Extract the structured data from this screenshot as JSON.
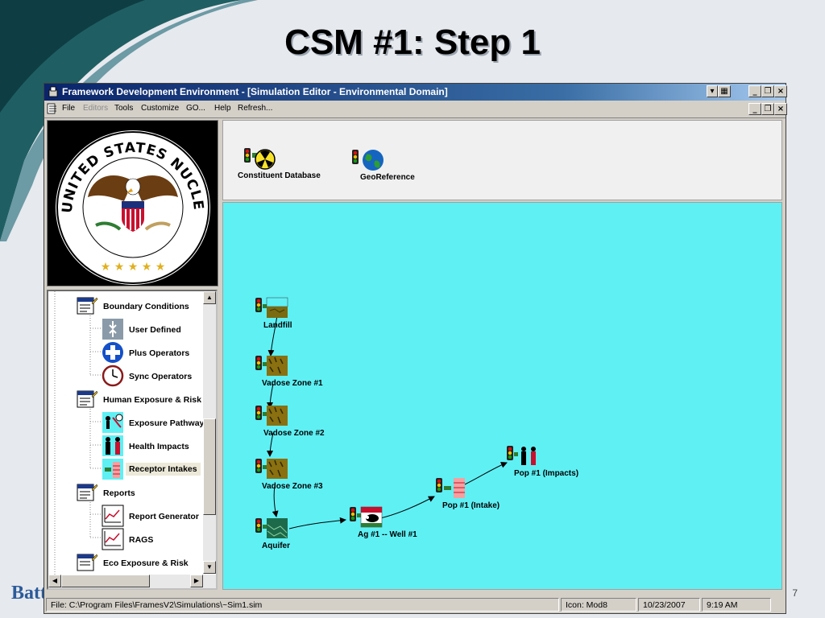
{
  "slide": {
    "title": "CSM #1: Step 1",
    "page_number": "7",
    "brand_text": "Batt"
  },
  "window": {
    "title": "Framework Development Environment - [Simulation Editor - Environmental Domain]"
  },
  "menu": {
    "items": [
      {
        "label": "File",
        "enabled": true
      },
      {
        "label": "Editors",
        "enabled": false
      },
      {
        "label": "Tools",
        "enabled": true
      },
      {
        "label": "Customize",
        "enabled": true
      },
      {
        "label": "GO...",
        "enabled": true
      },
      {
        "label": "Help",
        "enabled": true
      },
      {
        "label": "Refresh...",
        "enabled": true
      }
    ]
  },
  "logo": {
    "text": "UNITED STATES NUCLEAR REGULATORY COMMISSION"
  },
  "tree": {
    "items": [
      {
        "label": "Boundary Conditions",
        "icon": "boundary-conditions-icon"
      },
      {
        "label": "User Defined",
        "icon": "user-defined-icon"
      },
      {
        "label": "Plus Operators",
        "icon": "plus-operators-icon"
      },
      {
        "label": "Sync Operators",
        "icon": "clock-icon"
      },
      {
        "label": "Human Exposure & Risk",
        "icon": "human-exposure-icon"
      },
      {
        "label": "Exposure Pathways",
        "icon": "exposure-pathways-icon"
      },
      {
        "label": "Health Impacts",
        "icon": "health-impacts-icon"
      },
      {
        "label": "Receptor Intakes",
        "icon": "receptor-intakes-icon"
      },
      {
        "label": "Reports",
        "icon": "reports-icon"
      },
      {
        "label": "Report Generator",
        "icon": "report-generator-icon"
      },
      {
        "label": "RAGS",
        "icon": "rags-icon"
      },
      {
        "label": "Eco Exposure & Risk",
        "icon": "eco-exposure-icon"
      }
    ]
  },
  "toolbox": {
    "items": [
      {
        "label": "Constituent Database",
        "icon": "radiation-database-icon"
      },
      {
        "label": "GeoReference",
        "icon": "globe-icon"
      }
    ]
  },
  "canvas": {
    "nodes": [
      {
        "label": "Landfill",
        "icon": "landfill-icon"
      },
      {
        "label": "Vadose Zone #1",
        "icon": "vadose-zone-icon"
      },
      {
        "label": "Vadose Zone #2",
        "icon": "vadose-zone-icon"
      },
      {
        "label": "Vadose Zone #3",
        "icon": "vadose-zone-icon"
      },
      {
        "label": "Aquifer",
        "icon": "aquifer-icon"
      },
      {
        "label": "Ag #1 -- Well #1",
        "icon": "agriculture-icon"
      },
      {
        "label": "Pop #1 (Intake)",
        "icon": "intake-icon"
      },
      {
        "label": "Pop #1 (Impacts)",
        "icon": "impacts-icon"
      }
    ]
  },
  "status": {
    "file": "File: C:\\Program Files\\FramesV2\\Simulations\\~Sim1.sim",
    "icon": "Icon: Mod8",
    "date": "10/23/2007",
    "time": "9:19 AM"
  }
}
